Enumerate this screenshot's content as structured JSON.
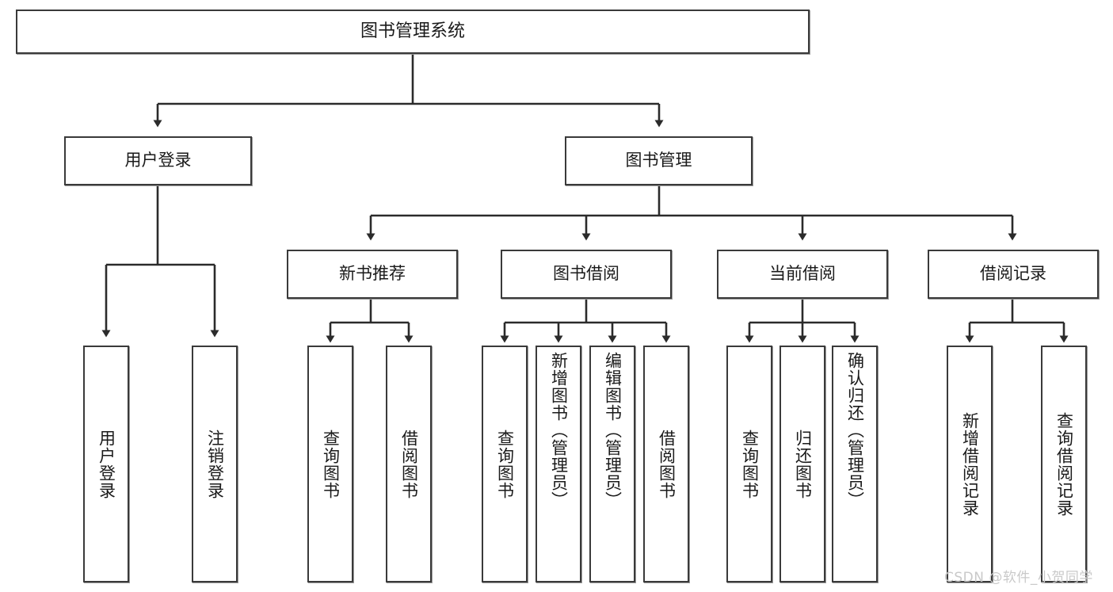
{
  "diagram": {
    "title": "图书管理系统",
    "type": "tree",
    "watermark": "CSDN @软件_小贺同学",
    "colors": {
      "box_border": "#3a3a3a",
      "box_fill": "#ffffff",
      "edge": "#2b2b2b",
      "background": "#ffffff",
      "watermark": "#c9c9c9"
    },
    "root": {
      "label": "图书管理系统"
    },
    "level1": [
      {
        "id": "user-login",
        "label": "用户登录"
      },
      {
        "id": "book-manage",
        "label": "图书管理"
      }
    ],
    "level2": [
      {
        "id": "new-book-rec",
        "label": "新书推荐",
        "parent": "book-manage"
      },
      {
        "id": "book-borrow",
        "label": "图书借阅",
        "parent": "book-manage"
      },
      {
        "id": "current-borrow",
        "label": "当前借阅",
        "parent": "book-manage"
      },
      {
        "id": "borrow-record",
        "label": "借阅记录",
        "parent": "book-manage"
      }
    ],
    "leaves": [
      {
        "id": "leaf-user-login",
        "label": "用户登录",
        "parent": "user-login"
      },
      {
        "id": "leaf-user-logout",
        "label": "注销登录",
        "parent": "user-login"
      },
      {
        "id": "leaf-query-book-rec",
        "label": "查询图书",
        "parent": "new-book-rec"
      },
      {
        "id": "leaf-borrow-book-rec",
        "label": "借阅图书",
        "parent": "new-book-rec"
      },
      {
        "id": "leaf-query-book-borrow",
        "label": "查询图书",
        "parent": "book-borrow"
      },
      {
        "id": "leaf-add-book",
        "label": "新增图书（管理员）",
        "parent": "book-borrow"
      },
      {
        "id": "leaf-edit-book",
        "label": "编辑图书（管理员）",
        "parent": "book-borrow"
      },
      {
        "id": "leaf-borrow-book",
        "label": "借阅图书",
        "parent": "book-borrow"
      },
      {
        "id": "leaf-query-book-current",
        "label": "查询图书",
        "parent": "current-borrow"
      },
      {
        "id": "leaf-return-book",
        "label": "归还图书",
        "parent": "current-borrow"
      },
      {
        "id": "leaf-confirm-return",
        "label": "确认归还（管理员）",
        "parent": "current-borrow"
      },
      {
        "id": "leaf-add-record",
        "label": "新增借阅记录",
        "parent": "borrow-record"
      },
      {
        "id": "leaf-query-record",
        "label": "查询借阅记录",
        "parent": "borrow-record"
      }
    ]
  }
}
